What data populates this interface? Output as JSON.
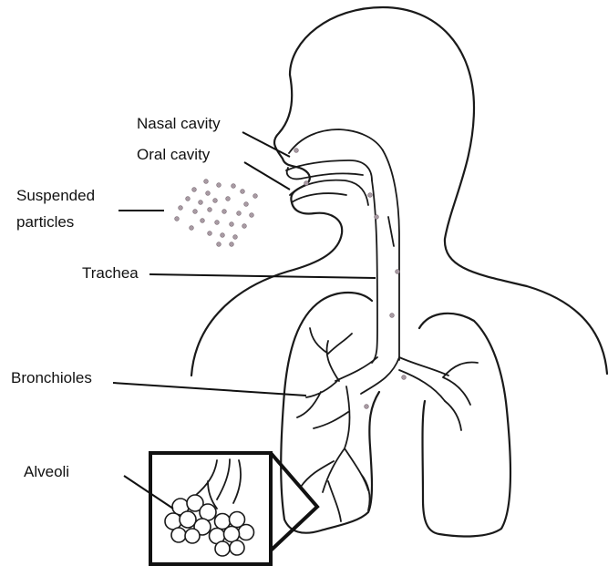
{
  "labels": {
    "nasal_cavity": "Nasal cavity",
    "oral_cavity": "Oral cavity",
    "suspended_line1": "Suspended",
    "suspended_line2": "particles",
    "trachea": "Trachea",
    "bronchioles": "Bronchioles",
    "alveoli": "Alveoli"
  },
  "colors": {
    "outline": "#1a1a1a",
    "particle": "#a89aa3",
    "background": "#ffffff"
  }
}
